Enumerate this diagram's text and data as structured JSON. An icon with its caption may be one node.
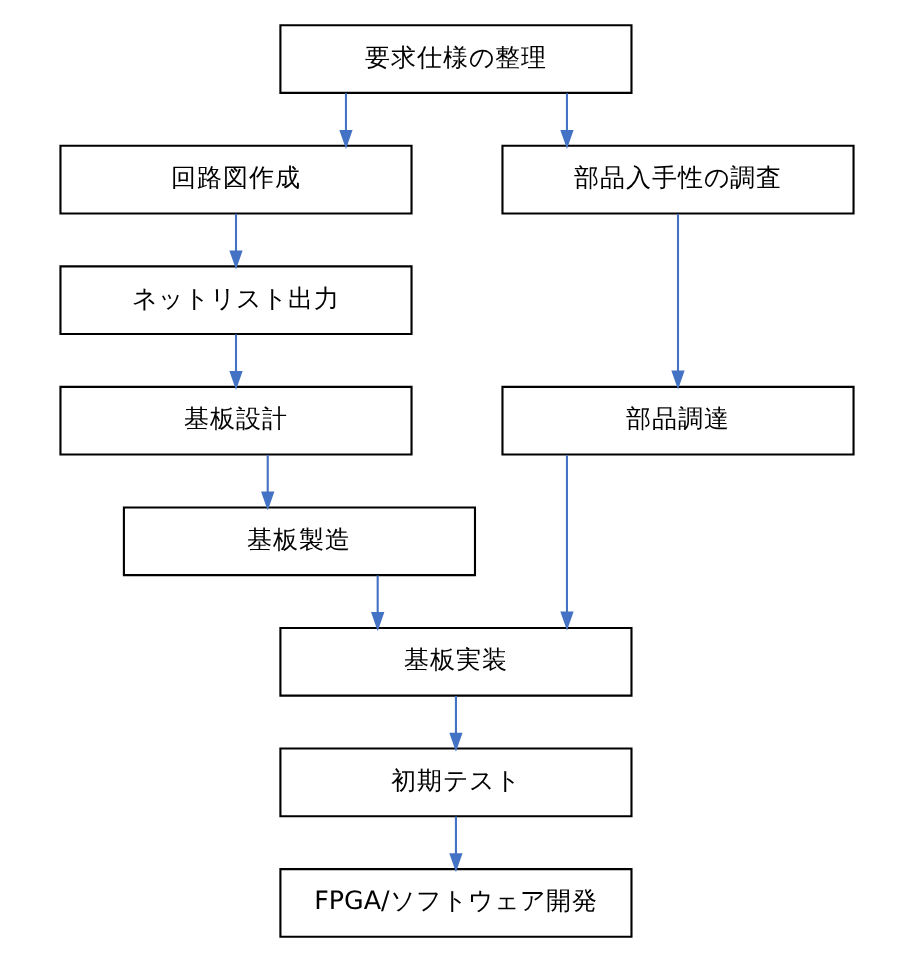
{
  "diagram": {
    "nodes": [
      {
        "text": [
          "要求仕様の整理"
        ]
      },
      {
        "text": [
          "回路図作成"
        ]
      },
      {
        "text": [
          "部品入手性の調査"
        ]
      },
      {
        "text": [
          "ネットリスト出力"
        ]
      },
      {
        "text": [
          "部品調達"
        ]
      },
      {
        "text": [
          "基板設計"
        ]
      },
      {
        "text": [
          "基板製造"
        ]
      },
      {
        "text": [
          "基板実装"
        ]
      },
      {
        "text": [
          "初期テスト"
        ]
      },
      {
        "text": [
          "FPGA/ソフトウェア開発"
        ]
      }
    ],
    "edges": [
      {
        "from": 0,
        "to": 1,
        "arrow": "to"
      },
      {
        "from": 0,
        "to": 2,
        "arrow": "to"
      },
      {
        "from": 1,
        "to": 3,
        "arrow": "to"
      },
      {
        "from": 3,
        "to": 5,
        "arrow": "to"
      },
      {
        "from": 5,
        "to": 6,
        "arrow": "to"
      },
      {
        "from": 2,
        "to": 4,
        "arrow": "to"
      },
      {
        "from": 6,
        "to": 7,
        "arrow": "to"
      },
      {
        "from": 4,
        "to": 7,
        "arrow": "to"
      },
      {
        "from": 7,
        "to": 8,
        "arrow": "to"
      },
      {
        "from": 8,
        "to": 9,
        "arrow": "to"
      }
    ]
  }
}
